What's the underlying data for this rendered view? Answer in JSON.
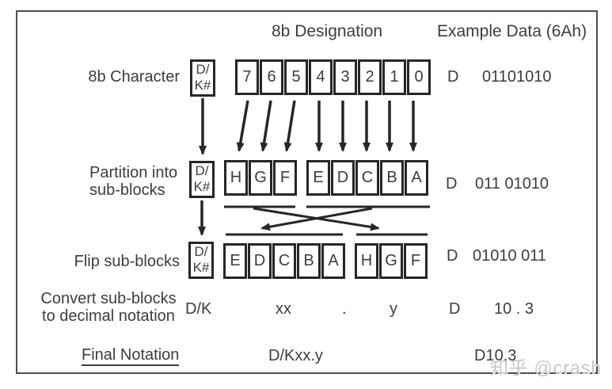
{
  "header": {
    "designation": "8b Designation",
    "example": "Example Data (6Ah)"
  },
  "rows": {
    "r1": {
      "label": "8b Character",
      "dk1": "D/",
      "dk2": "K#",
      "bits": [
        "7",
        "6",
        "5",
        "4",
        "3",
        "2",
        "1",
        "0"
      ],
      "ex_prefix": "D",
      "ex_value": "01101010"
    },
    "r2": {
      "label1": "Partition into",
      "label2": "sub-blocks",
      "dk1": "D/",
      "dk2": "K#",
      "left": [
        "H",
        "G",
        "F"
      ],
      "right": [
        "E",
        "D",
        "C",
        "B",
        "A"
      ],
      "ex_prefix": "D",
      "ex_value": "011 01010"
    },
    "r3": {
      "label": "Flip sub-blocks",
      "dk1": "D/",
      "dk2": "K#",
      "left": [
        "E",
        "D",
        "C",
        "B",
        "A"
      ],
      "right": [
        "H",
        "G",
        "F"
      ],
      "ex_prefix": "D",
      "ex_value": "01010 011"
    },
    "r4": {
      "label1": "Convert sub-blocks",
      "label2": "to decimal notation",
      "dk": "D/K",
      "xx": "xx",
      "dot": ".",
      "y": "y",
      "ex_prefix": "D",
      "ex_value": "10 . 3"
    },
    "r5": {
      "label": "Final Notation",
      "notation": "D/Kxx.y",
      "example": "D10.3"
    }
  },
  "watermark": {
    "text": "知乎 @crash"
  },
  "colors": {
    "line": "#262626",
    "text": "#3d3d3d",
    "frame": "#4f4f4f",
    "watermark": "#c7c7c7"
  }
}
